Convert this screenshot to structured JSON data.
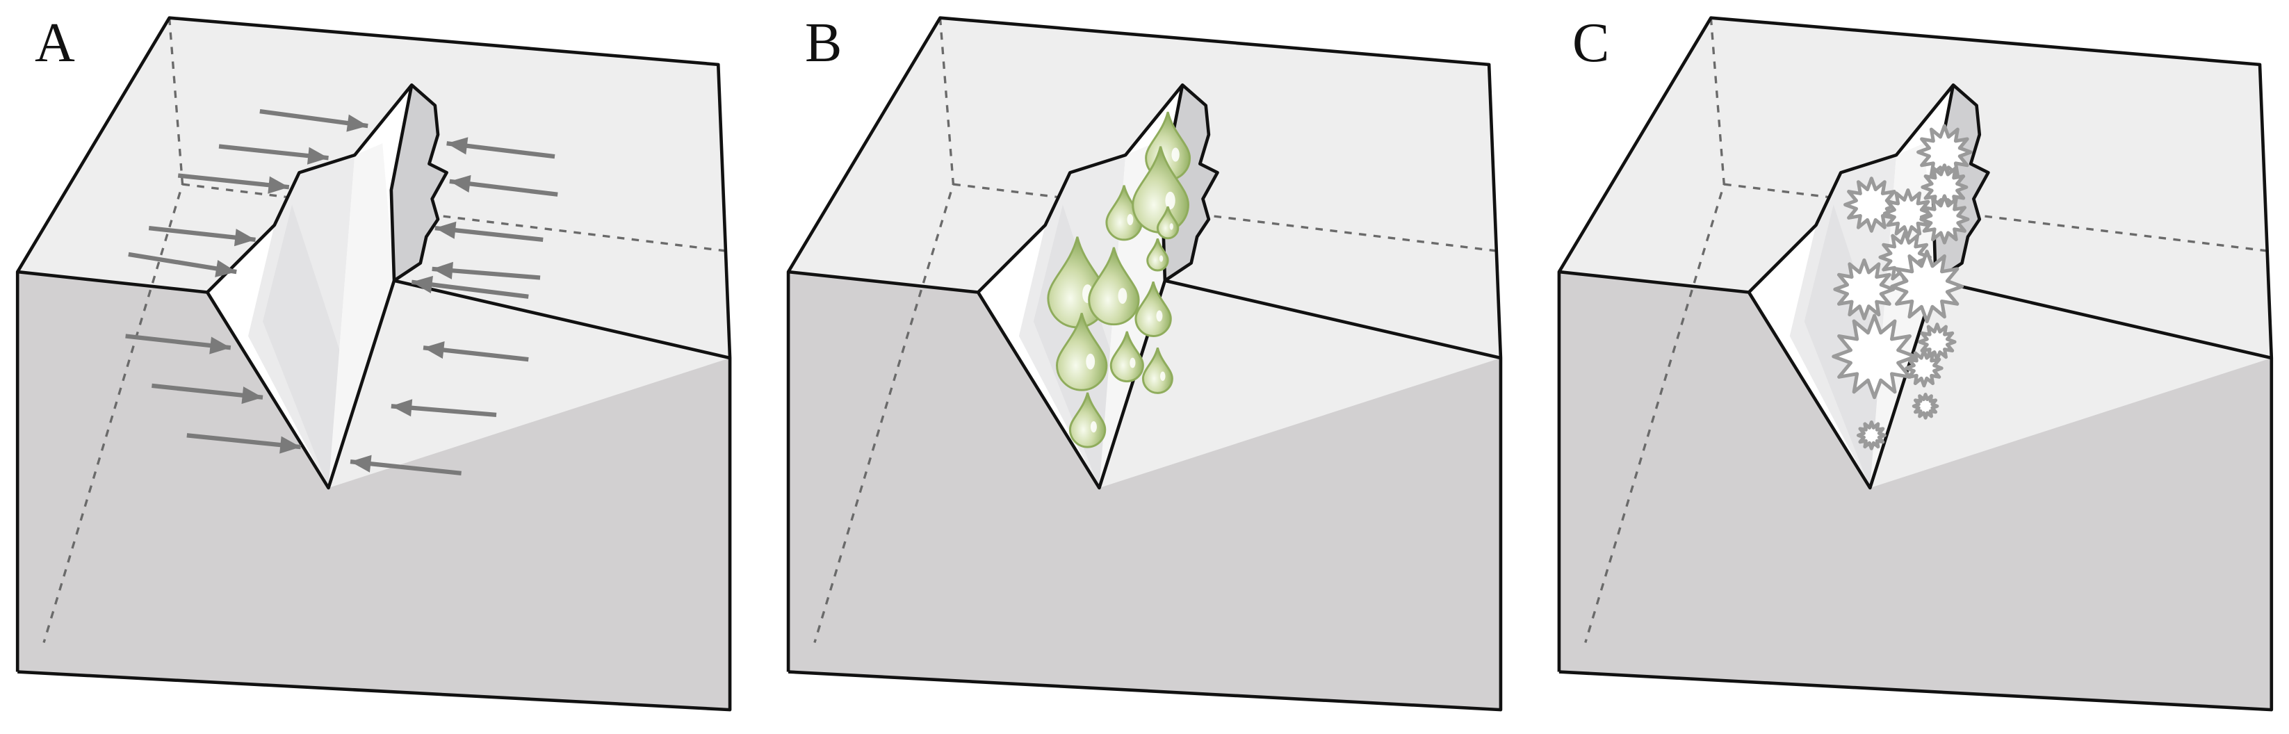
{
  "panels": [
    {
      "label": "A",
      "content": "arrows"
    },
    {
      "label": "B",
      "content": "droplets"
    },
    {
      "label": "C",
      "content": "bursts"
    }
  ],
  "colors": {
    "top_face": "#eeeeee",
    "front_face": "#d2d0d1",
    "outline": "#111111",
    "hidden_edge": "#6a6a6a",
    "crack_interior": "#ffffff",
    "crack_shade": "#cfcfd1",
    "arrow": "#7a7a7a",
    "droplet_light": "#eef5df",
    "droplet_dark": "#8fac5c",
    "burst_fill": "#ffffff",
    "burst_stroke": "#9a9a9a"
  },
  "icons": {
    "arrow": "arrow-icon",
    "droplet": "water-droplet-icon",
    "burst": "burst-icon"
  }
}
